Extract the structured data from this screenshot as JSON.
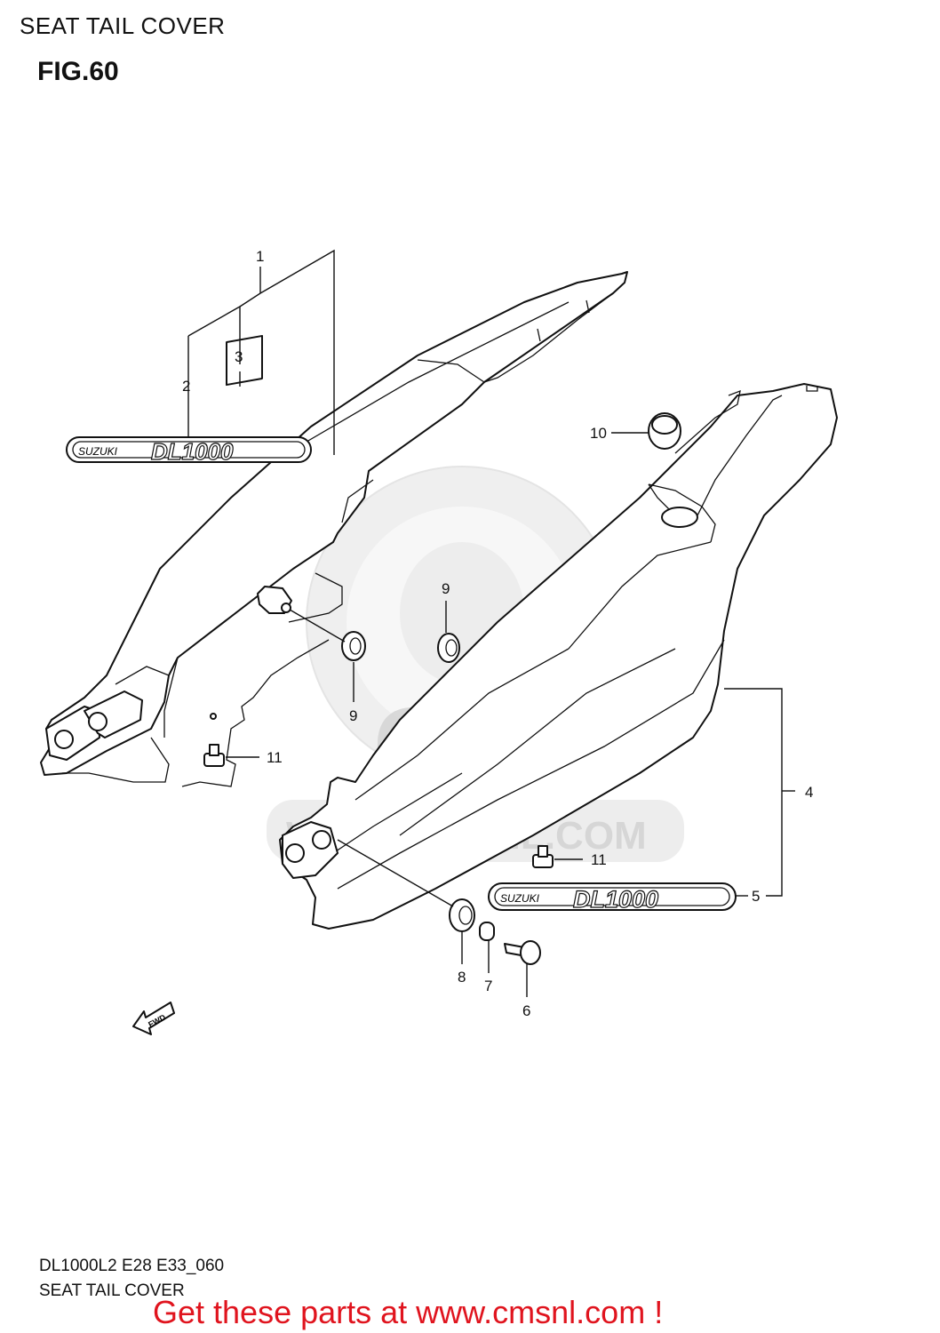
{
  "header": {
    "title": "SEAT TAIL COVER",
    "figure": "FIG.60"
  },
  "callouts": [
    "1",
    "2",
    "3",
    "4",
    "5",
    "6",
    "7",
    "8",
    "9",
    "9",
    "10",
    "11",
    "11"
  ],
  "emblem": {
    "text": "SUZUKI",
    "model": "DL1000"
  },
  "fwd_label": "FWD",
  "watermark": {
    "brand": "CMS",
    "url": "WWW.CMSNL.COM"
  },
  "footer": {
    "model_code": "DL1000L2 E28 E33_060",
    "title": "SEAT TAIL COVER",
    "promo": "Get these parts at www.cmsnl.com !"
  },
  "colors": {
    "promo": "#e0141e",
    "line": "#111111",
    "watermark": "#d4d4d4"
  }
}
